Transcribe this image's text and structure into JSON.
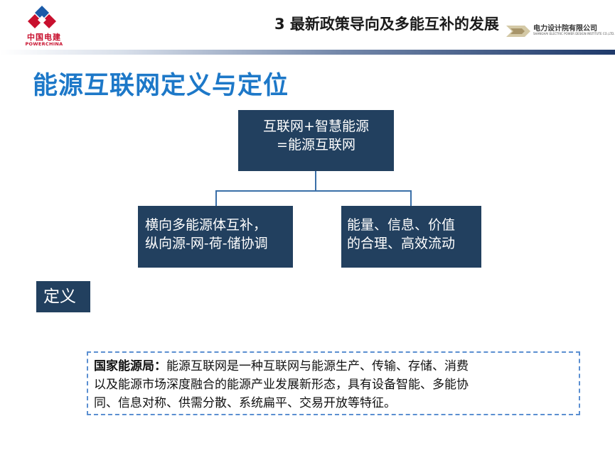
{
  "header": {
    "logo": {
      "cn": "中国电建",
      "en": "POWERCHINA",
      "colors": {
        "red": "#c8102e",
        "blue": "#1a5aa8"
      }
    },
    "title": "3 最新政策导向及多能互补的发展",
    "company": {
      "cn": "电力设计院有限公司",
      "en": "SHANGHAI ELECTRIC POWER DESIGN INSTITUTE CO.,LTD."
    }
  },
  "page_title": "能源互联网定义与定位",
  "diagram": {
    "top": {
      "line1": "互联网+智慧能源",
      "line2": "=能源互联网"
    },
    "left": {
      "line1": "横向多能源体互补，",
      "line2": "纵向源-网-荷-储协调"
    },
    "right": {
      "line1": "能量、信息、价值",
      "line2": "的合理、高效流动"
    }
  },
  "definition_tag": "定义",
  "definition": {
    "source": "国家能源局：",
    "line1": "能源互联网是一种互联网与能源生产、传输、存储、消费",
    "line2": "以及能源市场深度融合的能源产业发展新形态，具有设备智能、多能协",
    "line3": "同、信息对称、供需分散、系统扁平、交易开放等特征。"
  },
  "colors": {
    "title_blue": "#1d78c8",
    "box_navy": "#22405f",
    "connector": "#3a6fa8",
    "dashed_border": "#5b8fd1"
  }
}
